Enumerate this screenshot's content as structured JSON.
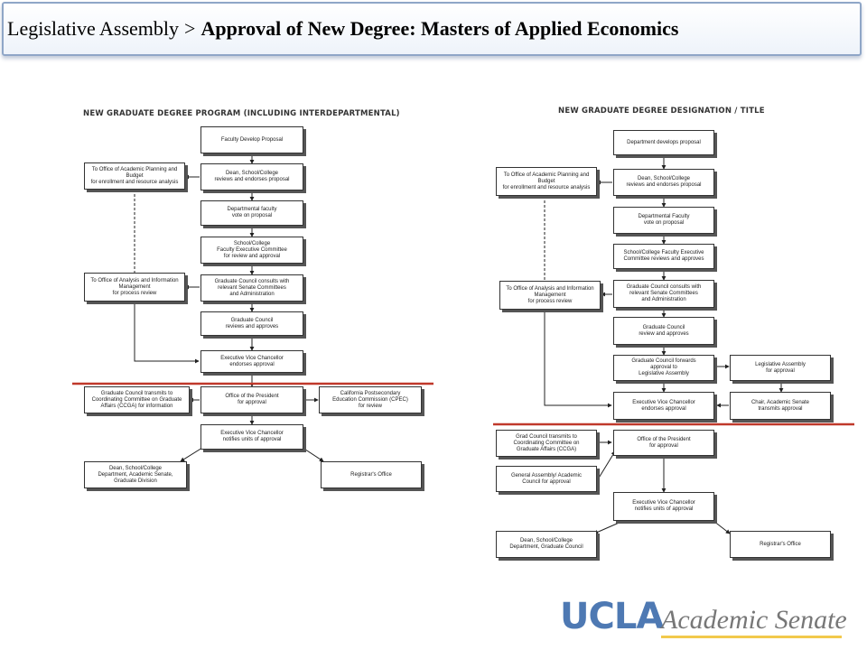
{
  "header": {
    "breadcrumb": "Legislative Assembly",
    "separator": ">",
    "title": "Approval of New Degree: Masters of Applied Economics"
  },
  "left_chart": {
    "title": "NEW GRADUATE DEGREE PROGRAM (INCLUDING INTERDEPARTMENTAL)",
    "boxes": {
      "faculty": "Faculty Develop Proposal",
      "dean": "Dean, School/College\nreviews and endorses proposal",
      "dept_vote": "Departmental faculty\nvote on proposal",
      "school_exec": "School/College\nFaculty Executive Committee\nfor review and approval",
      "grad_consult": "Graduate Council consults with\nrelevant Senate Committees\nand Administration",
      "grad_review": "Graduate Council\nreviews and approves",
      "evc_endorse": "Executive Vice Chancellor\nendorses approval",
      "president": "Office of the President\nfor approval",
      "evc_notify": "Executive Vice Chancellor\nnotifies units of approval",
      "oapb": "To Office of Academic Planning and\nBudget\nfor enrollment and resource analysis",
      "oaim": "To Office of Analysis and Information\nManagement\nfor process review",
      "ccga": "Graduate Council transmits to\nCoordinating Committee on Graduate\nAffairs (CCGA) for information",
      "cpec": "California Postsecondary\nEducation Commission (CPEC)\nfor review",
      "dean_dept": "Dean, School/College\nDepartment, Academic Senate,\nGraduate Division",
      "registrar": "Registrar's Office"
    }
  },
  "right_chart": {
    "title": "NEW GRADUATE DEGREE DESIGNATION / TITLE",
    "boxes": {
      "dept": "Department develops proposal",
      "dean": "Dean, School/College\nreviews and endorses proposal",
      "dept_fac": "Departmental Faculty\nvote on proposal",
      "school_exec": "School/College Faculty Executive\nCommittee reviews and approves",
      "grad_consult": "Graduate Council consults with\nrelevant Senate Committees\nand Administration",
      "grad_review": "Graduate Council\nreview and approves",
      "grad_forward": "Graduate Council forwards\napproval to\nLegislative Assembly",
      "evc_endorse": "Executive Vice Chancellor\nendorses approval",
      "president": "Office of the President\nfor approval",
      "evc_notify": "Executive Vice Chancellor\nnotifies units of approval",
      "oapb": "To Office of Academic Planning and\nBudget\nfor enrollment and resource analysis",
      "oaim": "To Office of Analysis and Information\nManagement\nfor process review",
      "leg_assembly": "Legislative Assembly\nfor approval",
      "chair": "Chair, Academic Senate\ntransmits approval",
      "ccga": "Grad Council transmits to\nCoordinating Committee on\nGraduate Affairs (CCGA)",
      "gen_assembly": "General Assembly/ Academic\nCouncil for approval",
      "dean_dept": "Dean, School/College\nDepartment, Graduate Council",
      "registrar": "Registrar's Office"
    }
  },
  "logo": {
    "brand": "UCLA",
    "subtitle": "Academic Senate",
    "brand_color": "#4e79b3",
    "accent_color": "#f2c94c"
  },
  "colors": {
    "divider_red": "#c0392b",
    "header_border": "#8fa6c7"
  }
}
